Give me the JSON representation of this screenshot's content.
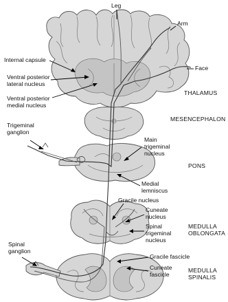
{
  "labels": {
    "leg": "Leg",
    "arm": "Arm",
    "face": "Face",
    "internal_capsule": "Internal capsule",
    "vpl_1": "Ventral posterior",
    "vpl_2": "lateral nucleus",
    "vpm_1": "Ventral posterior",
    "vpm_2": "medial nucleus",
    "trig_ganglion_1": "Trigeminal",
    "trig_ganglion_2": "ganglion",
    "main_trig_1": "Main",
    "main_trig_2": "trigeminal",
    "main_trig_3": "nucleus",
    "medial_lemn_1": "Medial",
    "medial_lemn_2": "lemniscus",
    "gracile_nucleus": "Gracile nucleus",
    "cuneate_nucleus_1": "Cuneate",
    "cuneate_nucleus_2": "nucleus",
    "spinal_trig_1": "Spinal",
    "spinal_trig_2": "trigeminal",
    "spinal_trig_3": "nucleus",
    "spinal_ganglion_1": "Spinal",
    "spinal_ganglion_2": "ganglion",
    "gracile_fascicle": "Gracile fascicle",
    "cuneate_fascicle_1": "Cuneate",
    "cuneate_fascicle_2": "fascicle"
  },
  "regions": {
    "thalamus": "THALAMUS",
    "mesencephalon": "MESENCEPHALON",
    "pons": "PONS",
    "medulla_oblongata_1": "MEDULLA",
    "medulla_oblongata_2": "OBLONGATA",
    "medulla_spinalis_1": "MEDULLA",
    "medulla_spinalis_2": "SPINALIS"
  },
  "colors": {
    "tissue": "#d6d6d6",
    "tissue_inner": "#c4c4c4",
    "outline": "#555555",
    "pathway": "#333333",
    "text": "#111111"
  }
}
